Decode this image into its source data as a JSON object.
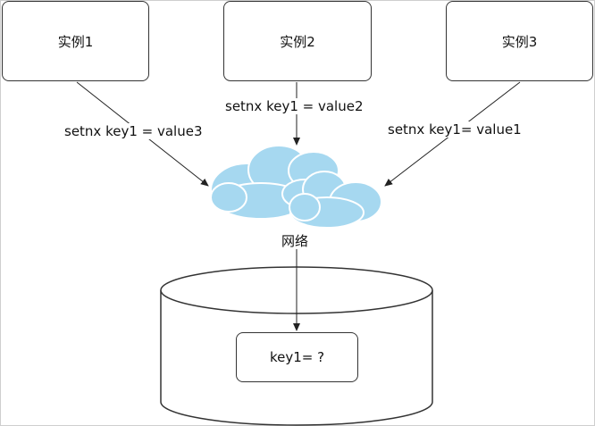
{
  "instances": [
    {
      "label": "实例1"
    },
    {
      "label": "实例2"
    },
    {
      "label": "实例3"
    }
  ],
  "edges": [
    {
      "label": "setnx key1 = value3"
    },
    {
      "label": "setnx key1 = value2"
    },
    {
      "label": "setnx key1= value1"
    }
  ],
  "network": {
    "label": "网络"
  },
  "database": {
    "content": "key1= ?"
  },
  "colors": {
    "cloud_fill": "#a6d8f0",
    "cloud_stroke": "#ffffff",
    "line": "#222222",
    "box_border": "#333333"
  }
}
